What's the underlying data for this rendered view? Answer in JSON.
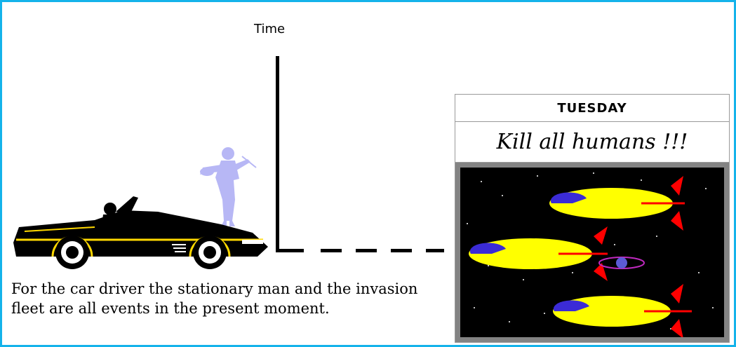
{
  "axis": {
    "label": "Time"
  },
  "caption": "For the car driver the stationary man and the invasion fleet are all events in the present moment.",
  "calendar": {
    "day": "TUESDAY",
    "note": "Kill all humans !!!"
  },
  "colors": {
    "frame": "#14b3ea",
    "ship_hull": "#ffff00",
    "ship_fin": "#ff0000",
    "ship_cockpit": "#3b2bd6",
    "space": "#000000",
    "violinist": "#b7b7f5",
    "car_body": "#000000",
    "car_stripe": "#ffd800"
  }
}
